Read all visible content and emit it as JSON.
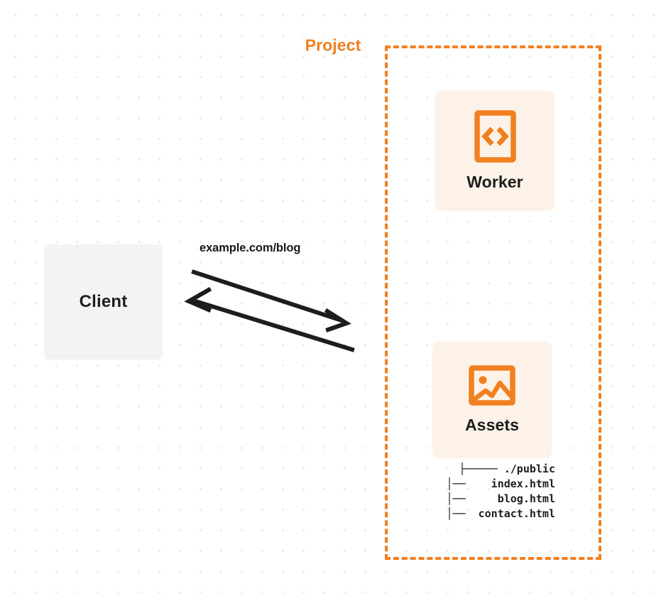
{
  "diagram": {
    "title_visible": false,
    "colors": {
      "accent_orange": "#f08020",
      "card_bg": "#fdf2e7",
      "client_bg": "#f2f3f4",
      "text_dark": "#1d1d1f",
      "grid_dot": "#e9e9ea",
      "canvas_bg": "#ffffff"
    },
    "client": {
      "label": "Client"
    },
    "connection": {
      "label": "example.com/blog",
      "request_direction": "client-to-project",
      "response_direction": "project-to-client"
    },
    "project": {
      "title": "Project",
      "border_style": "dashed",
      "nodes": [
        {
          "id": "worker",
          "label": "Worker",
          "icon": "code-file-icon"
        },
        {
          "id": "assets",
          "label": "Assets",
          "icon": "image-icon"
        }
      ]
    },
    "file_tree": {
      "lines": [
        "├───── ./public",
        "│──    index.html",
        "│──     blog.html",
        "│──  contact.html"
      ],
      "entries": [
        {
          "name": "./public",
          "type": "directory"
        },
        {
          "name": "index.html",
          "type": "file"
        },
        {
          "name": "blog.html",
          "type": "file"
        },
        {
          "name": "contact.html",
          "type": "file"
        }
      ]
    }
  }
}
